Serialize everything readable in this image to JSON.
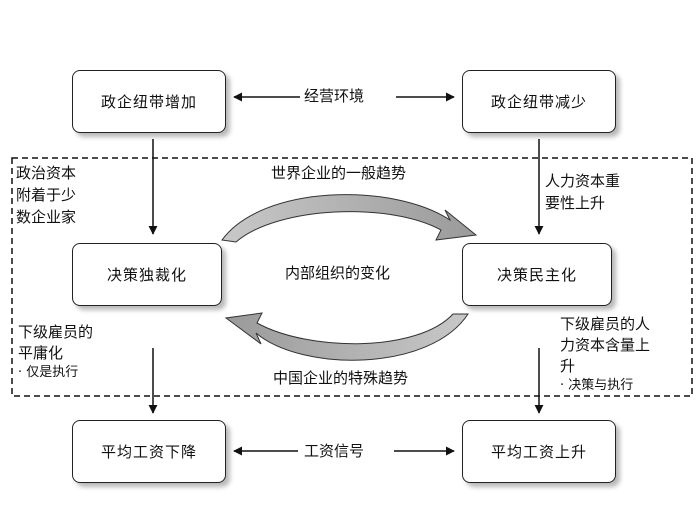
{
  "boxes": {
    "top_left": "政企纽带增加",
    "top_right": "政企纽带减少",
    "mid_left": "决策独裁化",
    "mid_right": "决策民主化",
    "bottom_left": "平均工资下降",
    "bottom_right": "平均工资上升"
  },
  "labels": {
    "business_environment": "经营环境",
    "global_trend": "世界企业的一般趋势",
    "internal_change": "内部组织的变化",
    "china_trend": "中国企业的特殊趋势",
    "wage_signal": "工资信号"
  },
  "left_notes": {
    "political_capital": [
      "政治资本",
      "附着于少",
      "数企业家"
    ],
    "mediocrity": [
      "下级雇员的",
      "平庸化"
    ],
    "execute_only": "· 仅是执行"
  },
  "right_notes": {
    "human_capital": [
      "人力资本重",
      "要性上升"
    ],
    "human_capital_content": [
      "下级雇员的人",
      "力资本含量上",
      "升"
    ],
    "decide_and_execute": "· 决策与执行"
  },
  "colors": {
    "line": "#111111",
    "box_border": "#222222",
    "cycle_arrow_fill": "#b3b3b3"
  }
}
